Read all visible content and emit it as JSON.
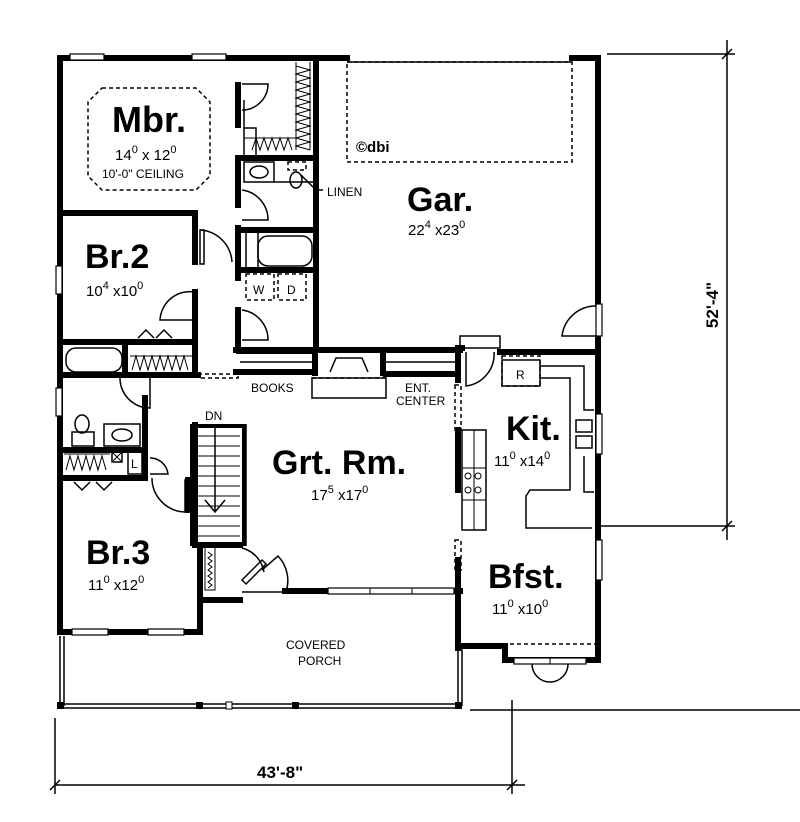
{
  "plan": {
    "copyright": "©dbi",
    "overall_width": "43'-8\"",
    "overall_depth": "52'-4\""
  },
  "rooms": {
    "master_bedroom": {
      "name": "Mbr.",
      "width": "14",
      "width_in": "0",
      "depth": "12",
      "depth_in": "0",
      "note": "10'-0\" CEILING"
    },
    "bedroom_2": {
      "name": "Br.2",
      "width": "10",
      "width_in": "4",
      "depth": "10",
      "depth_in": "0"
    },
    "bedroom_3": {
      "name": "Br.3",
      "width": "11",
      "width_in": "0",
      "depth": "12",
      "depth_in": "0"
    },
    "garage": {
      "name": "Gar.",
      "width": "22",
      "width_in": "4",
      "depth": "23",
      "depth_in": "0"
    },
    "great_room": {
      "name": "Grt. Rm.",
      "width": "17",
      "width_in": "5",
      "depth": "17",
      "depth_in": "0"
    },
    "kitchen": {
      "name": "Kit.",
      "width": "11",
      "width_in": "0",
      "depth": "14",
      "depth_in": "0"
    },
    "breakfast": {
      "name": "Bfst.",
      "width": "11",
      "width_in": "0",
      "depth": "10",
      "depth_in": "0"
    },
    "porch": {
      "line1": "COVERED",
      "line2": "PORCH"
    }
  },
  "labels": {
    "linen": "LINEN",
    "books": "BOOKS",
    "ent1": "ENT.",
    "ent2": "CENTER",
    "stairs_down": "DN",
    "washer": "W",
    "dryer": "D",
    "refrigerator": "R",
    "laundry_chute": "L",
    "times": "x"
  }
}
